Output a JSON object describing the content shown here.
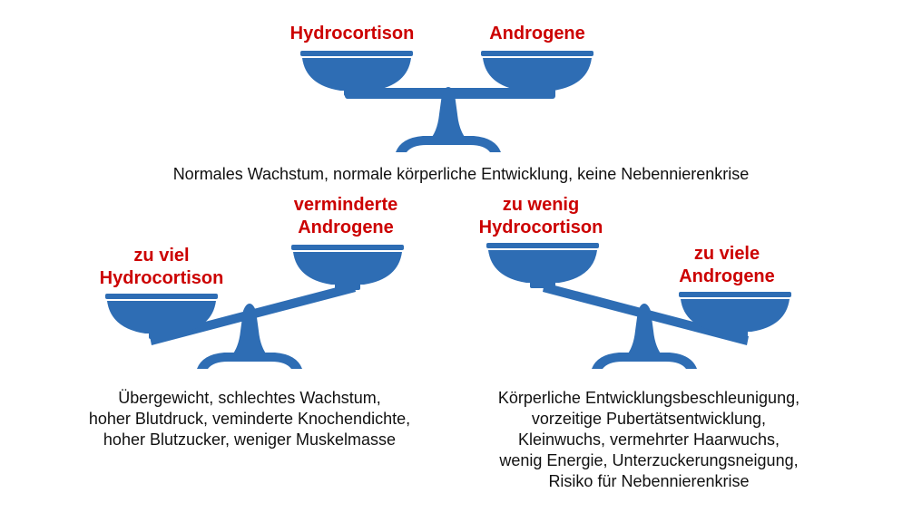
{
  "colors": {
    "scale": "#2e6db4",
    "label": "#cc0000",
    "caption": "#111111"
  },
  "top": {
    "left_label": [
      "Hydrocortison"
    ],
    "right_label": [
      "Androgene"
    ],
    "caption": "Normales Wachstum, normale körperliche Entwicklung, keine Nebennierenkrise"
  },
  "bottom_left": {
    "left_label": [
      "zu viel",
      "Hydrocortison"
    ],
    "right_label": [
      "verminderte",
      "Androgene"
    ],
    "caption": [
      "Übergewicht, schlechtes Wachstum,",
      "hoher Blutdruck, veminderte Knochendichte,",
      "hoher Blutzucker, weniger Muskelmasse"
    ]
  },
  "bottom_right": {
    "left_label": [
      "zu wenig",
      "Hydrocortison"
    ],
    "right_label": [
      "zu viele",
      "Androgene"
    ],
    "caption": [
      "Körperliche Entwicklungsbeschleunigung,",
      "vorzeitige Pubertätsentwicklung,",
      "Kleinwuchs, vermehrter Haarwuchs,",
      "wenig Energie, Unterzuckerungsneigung,",
      "Risiko für Nebennierenkrise"
    ]
  }
}
